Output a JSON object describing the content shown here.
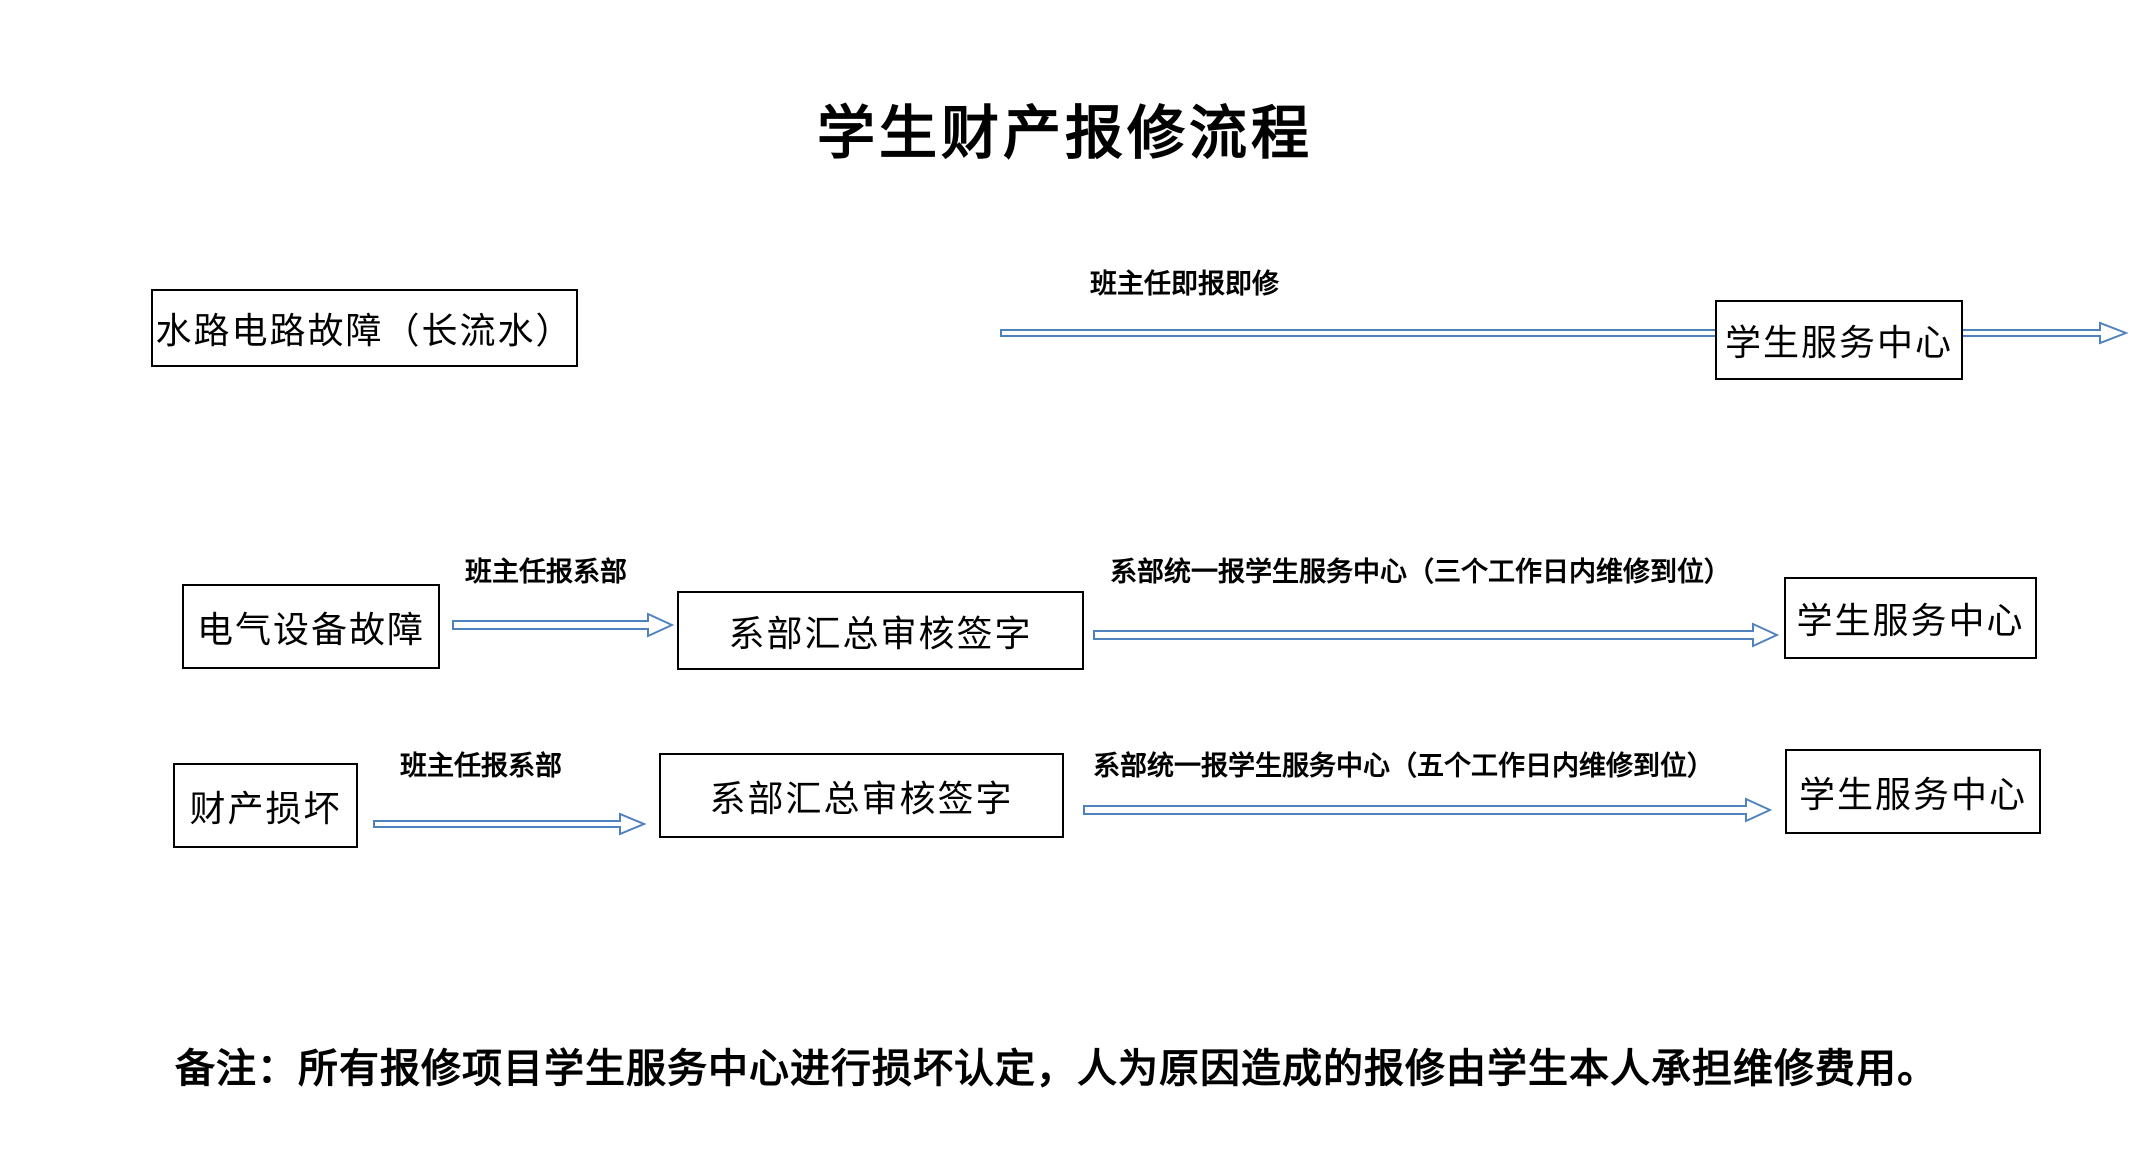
{
  "title": "学生财产报修流程",
  "colors": {
    "arrow": "#4F81BD",
    "box_border": "#000000",
    "text": "#000000",
    "background": "#FFFFFF"
  },
  "row1": {
    "source": "水路电路故障（长流水）",
    "arrow_label": "班主任即报即修",
    "target": "学生服务中心"
  },
  "row2": {
    "source": "电气设备故障",
    "arrow1_label": "班主任报系部",
    "middle": "系部汇总审核签字",
    "arrow2_label": "系部统一报学生服务中心（三个工作日内维修到位）",
    "target": "学生服务中心"
  },
  "row3": {
    "source": "财产损坏",
    "arrow1_label": "班主任报系部",
    "middle": "系部汇总审核签字",
    "arrow2_label": "系部统一报学生服务中心（五个工作日内维修到位）",
    "target": "学生服务中心"
  },
  "note": "备注：所有报修项目学生服务中心进行损坏认定，人为原因造成的报修由学生本人承担维修费用。"
}
